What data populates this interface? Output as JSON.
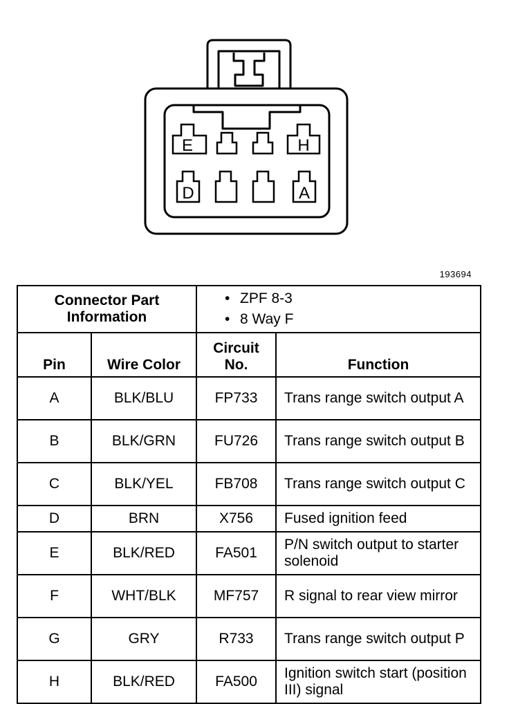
{
  "figure_id": "193694",
  "connector_pins": {
    "top_row": [
      "E",
      "",
      "",
      "H"
    ],
    "bottom_row": [
      "D",
      "",
      "",
      "A"
    ]
  },
  "part_info": {
    "label": "Connector Part Information",
    "items": [
      "ZPF 8-3",
      "8 Way F"
    ]
  },
  "headers": {
    "pin": "Pin",
    "wire_color": "Wire Color",
    "circuit_no": "Circuit No.",
    "function": "Function"
  },
  "rows": [
    {
      "pin": "A",
      "wire": "BLK/BLU",
      "circuit": "FP733",
      "function": "Trans range switch output A"
    },
    {
      "pin": "B",
      "wire": "BLK/GRN",
      "circuit": "FU726",
      "function": "Trans range switch output B"
    },
    {
      "pin": "C",
      "wire": "BLK/YEL",
      "circuit": "FB708",
      "function": "Trans range switch output C"
    },
    {
      "pin": "D",
      "wire": "BRN",
      "circuit": "X756",
      "function": "Fused ignition feed"
    },
    {
      "pin": "E",
      "wire": "BLK/RED",
      "circuit": "FA501",
      "function": "P/N switch output to starter solenoid"
    },
    {
      "pin": "F",
      "wire": "WHT/BLK",
      "circuit": "MF757",
      "function": "R signal to rear view mirror"
    },
    {
      "pin": "G",
      "wire": "GRY",
      "circuit": "R733",
      "function": "Trans range switch output P"
    },
    {
      "pin": "H",
      "wire": "BLK/RED",
      "circuit": "FA500",
      "function": "Ignition switch start (position III) signal"
    }
  ]
}
